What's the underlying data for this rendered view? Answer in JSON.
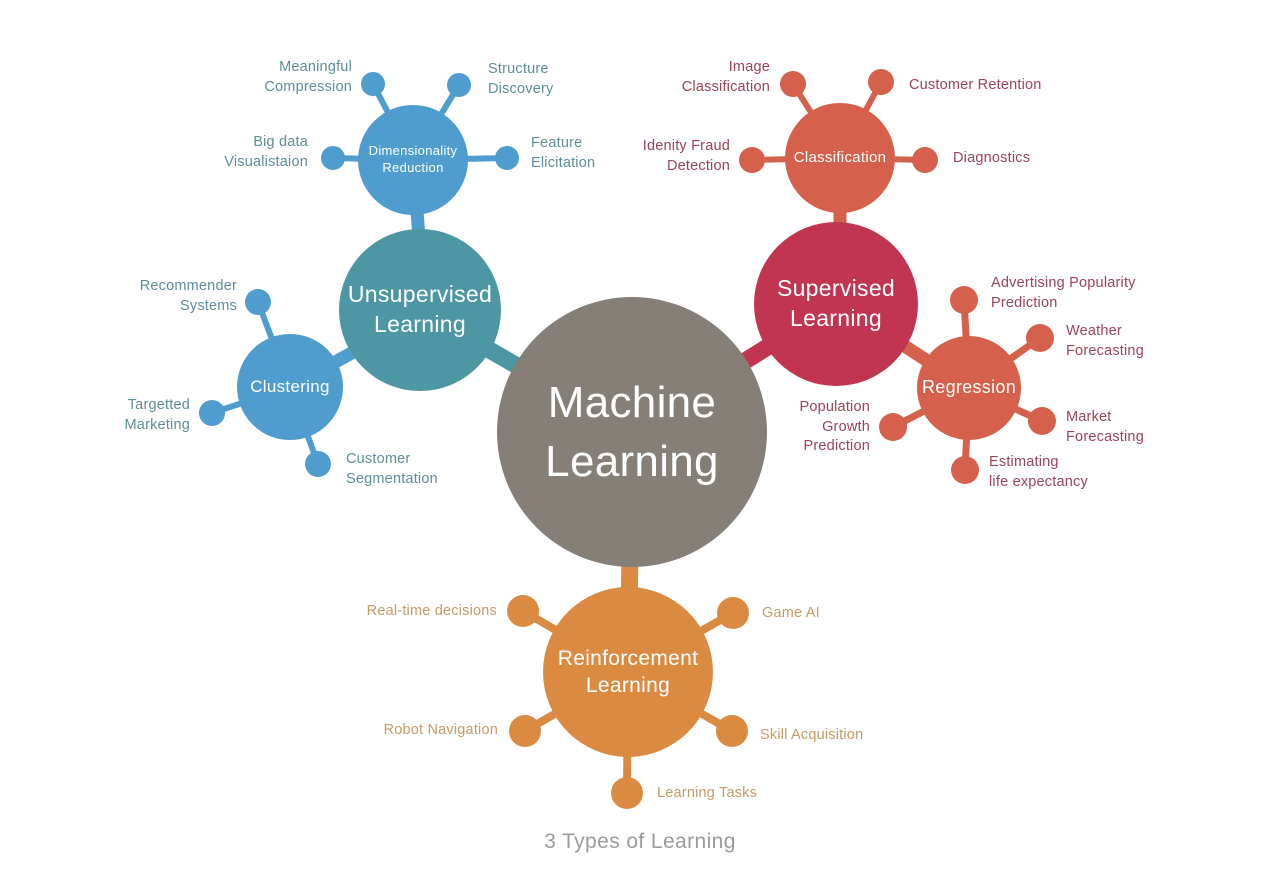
{
  "caption": "3 Types of Learning",
  "colors": {
    "center": "#857F77",
    "teal": "#4D97A5",
    "crimson": "#C23551",
    "orange": "#DB8B41",
    "blue": "#4F9CCF",
    "red_orange": "#D5604B",
    "label_teal": "#5E8D99",
    "label_maroon": "#9B4455",
    "label_tan": "#C49A66",
    "label_caption": "#9B9B9B",
    "hub_text": "#FFFFFF"
  },
  "hubs": {
    "machine_learning": {
      "label": "Machine\nLearning"
    },
    "unsupervised_learning": {
      "label": "Unsupervised\nLearning"
    },
    "supervised_learning": {
      "label": "Supervised\nLearning"
    },
    "reinforcement_learning": {
      "label": "Reinforcement\nLearning"
    },
    "dimensionality_reduction": {
      "label": "Dimensionality\nReduction"
    },
    "clustering": {
      "label": "Clustering"
    },
    "classification": {
      "label": "Classification"
    },
    "regression": {
      "label": "Regression"
    }
  },
  "satellites": {
    "meaningful_compression": {
      "label": "Meaningful\nCompression"
    },
    "structure_discovery": {
      "label": "Structure\nDiscovery"
    },
    "big_data_visualistaion": {
      "label": "Big data\nVisualistaion"
    },
    "feature_elicitation": {
      "label": "Feature\nElicitation"
    },
    "recommender_systems": {
      "label": "Recommender\nSystems"
    },
    "targetted_marketing": {
      "label": "Targetted\nMarketing"
    },
    "customer_segmentation": {
      "label": "Customer\nSegmentation"
    },
    "image_classification": {
      "label": "Image\nClassification"
    },
    "customer_retention": {
      "label": "Customer Retention"
    },
    "idenity_fraud_detection": {
      "label": "Idenity Fraud\nDetection"
    },
    "diagnostics": {
      "label": "Diagnostics"
    },
    "advertising_popularity_prediction": {
      "label": "Advertising Popularity\nPrediction"
    },
    "weather_forecasting": {
      "label": "Weather\nForecasting"
    },
    "market_forecasting": {
      "label": "Market\nForecasting"
    },
    "estimating_life_expectancy": {
      "label": "Estimating\nlife expectancy"
    },
    "population_growth_prediction": {
      "label": "Population\nGrowth\nPrediction"
    },
    "real_time_decisions": {
      "label": "Real-time decisions"
    },
    "game_ai": {
      "label": "Game AI"
    },
    "robot_navigation": {
      "label": "Robot Navigation"
    },
    "skill_acquisition": {
      "label": "Skill Acquisition"
    },
    "learning_tasks": {
      "label": "Learning Tasks"
    }
  }
}
